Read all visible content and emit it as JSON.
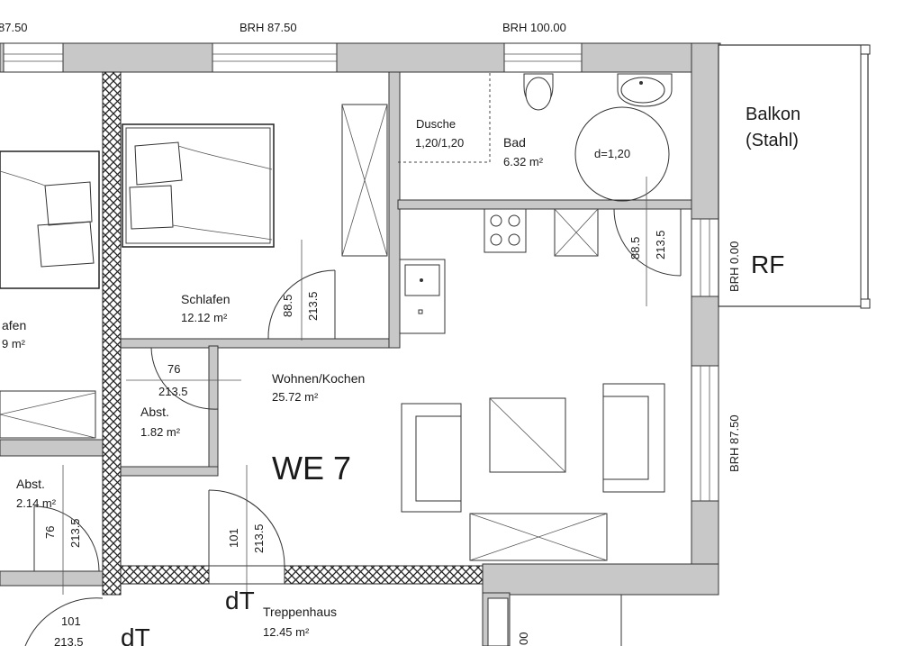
{
  "brh_labels": [
    "87.50",
    "BRH 87.50",
    "BRH 100.00",
    "BRH 0.00",
    "BRH 87.50"
  ],
  "unit_label": "WE 7",
  "rf_label": "RF",
  "dt_labels": [
    "dT",
    "dT"
  ],
  "balcony": {
    "line1": "Balkon",
    "line2": "(Stahl)"
  },
  "rooms": {
    "schlafen": {
      "name": "Schlafen",
      "area": "12.12 m²"
    },
    "schlafen_left": {
      "name": "afen",
      "area": "9 m²"
    },
    "wohnen": {
      "name": "Wohnen/Kochen",
      "area": "25.72 m²"
    },
    "bad": {
      "name": "Bad",
      "area": "6.32 m²"
    },
    "dusche": {
      "name": "Dusche",
      "size": "1,20/1,20"
    },
    "abst1": {
      "name": "Abst.",
      "area": "1.82 m²"
    },
    "abst2": {
      "name": "Abst.",
      "area": "2.14 m²"
    },
    "treppenhaus": {
      "name": "Treppenhaus",
      "area": "12.45 m²"
    }
  },
  "turning_circle": "d=1,20",
  "door_dims": {
    "schlafen": [
      "88.5",
      "213.5"
    ],
    "bad": [
      "88.5",
      "213.5"
    ],
    "abst1": [
      "76",
      "213.5"
    ],
    "entry": [
      "101",
      "213.5"
    ],
    "abst2": [
      "76",
      "213.5"
    ],
    "left_bottom": [
      "101",
      "213.5"
    ],
    "partial_bottom": "00"
  },
  "colors": {
    "wall": "#c8c8c8",
    "line": "#333333",
    "background": "#ffffff"
  }
}
